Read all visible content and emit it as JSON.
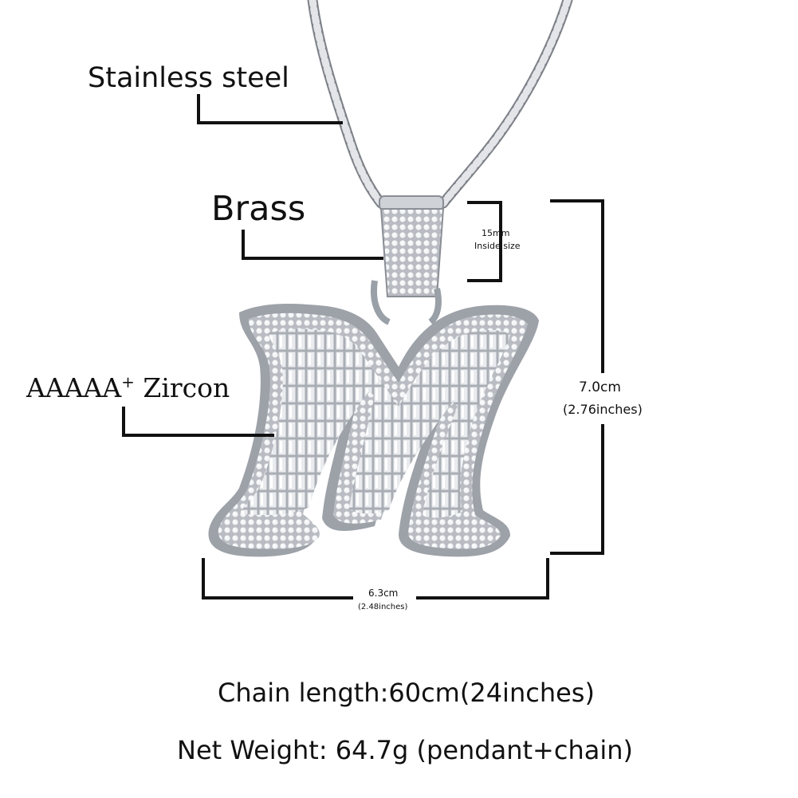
{
  "labels": {
    "stainless": "Stainless steel",
    "brass": "Brass",
    "zircon_main": "AAAAA",
    "zircon_sup": "+",
    "zircon_tail": " Zircon",
    "bail_size": "15mm",
    "bail_inside": "Inside size",
    "height_cm": "7.0cm",
    "height_in": "(2.76inches)",
    "width_cm": "6.3cm",
    "width_in": "(2.48inches)"
  },
  "specs": {
    "chain_length": "Chain length:60cm(24inches)",
    "net_weight": "Net Weight: 64.7g (pendant+chain)"
  },
  "pendant": {
    "letter": "M",
    "metal_color": "#c9ccd1",
    "stone_color": "#eef0f2"
  },
  "line_color": "#111111"
}
